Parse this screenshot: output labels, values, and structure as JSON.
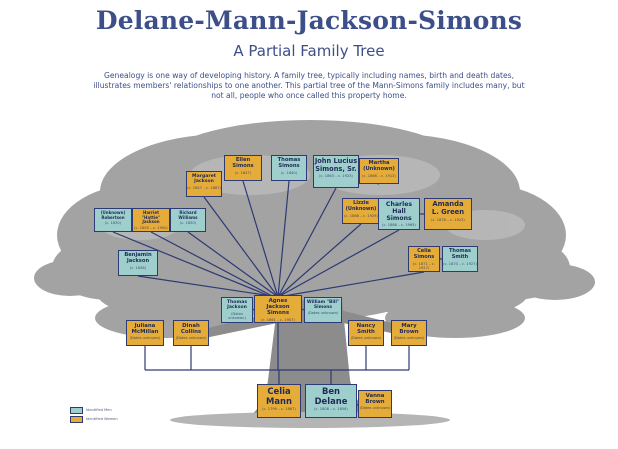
{
  "header": {
    "title": "Delane-Mann-Jackson-Simons",
    "subtitle": "A Partial Family Tree",
    "intro": "Genealogy is one way of developing history. A family tree, typically including names, birth and death dates, illustrates members' relationships to one another. This partial tree of the Mann-Simons family includes many, but not all, people who once called this property home."
  },
  "colors": {
    "blue": "#9ecfcd",
    "gold": "#e6ac3a",
    "navy": "#2d3a73",
    "title": "#3d4f88",
    "tree": "#9b9b9b"
  },
  "people": [
    {
      "id": "ellen",
      "name": "Ellen\nSimons",
      "dates": "(c. 1847)",
      "color": "gold"
    },
    {
      "id": "thomas",
      "name": "Thomas\nSimons",
      "dates": "(c. 1840)",
      "color": "blue"
    },
    {
      "id": "jls",
      "name": "John Lucius\nSimons, Sr.",
      "dates": "(c. 1863 – c. 1923)",
      "color": "blue"
    },
    {
      "id": "martha",
      "name": "Martha\n(Unknown)",
      "dates": "(c. 1866 – c. 1913)",
      "color": "gold"
    },
    {
      "id": "margaret",
      "name": "Margaret\nJackson",
      "dates": "(c. 1847 – c. 1887)",
      "color": "gold"
    },
    {
      "id": "cc",
      "name": "(Unknown)\nRobertson",
      "dates": "(c. 1830)",
      "color": "blue"
    },
    {
      "id": "harriet",
      "name": "Harriet\n\"Hattie\" Jackson",
      "dates": "(c. 1855 – c. 1900)",
      "color": "gold"
    },
    {
      "id": "richard",
      "name": "Richard\nWilliams",
      "dates": "(c. 1850)",
      "color": "blue"
    },
    {
      "id": "lizzie",
      "name": "Lizzie\n(Unknown)",
      "dates": "(c. 1868 – c. 1929)",
      "color": "gold"
    },
    {
      "id": "charles",
      "name": "Charles\nHall Simons",
      "dates": "(c. 1886 – c. 1965)",
      "color": "blue"
    },
    {
      "id": "amanda",
      "name": "Amanda\nL. Green",
      "dates": "(c. 1878 – c. 1923)",
      "color": "gold"
    },
    {
      "id": "benjamin",
      "name": "Benjamin\nJackson",
      "dates": "(c. 1848)",
      "color": "blue"
    },
    {
      "id": "celia_s",
      "name": "Celia\nSimons",
      "dates": "(c. 1871 – c. 1927)",
      "color": "gold"
    },
    {
      "id": "thomas_smith",
      "name": "Thomas\nSmith",
      "dates": "(c. 1870 – c. 1927)",
      "color": "blue"
    },
    {
      "id": "thomas_j",
      "name": "Thomas\nJackson",
      "dates": "(Dates unknown)",
      "color": "blue"
    },
    {
      "id": "agnes",
      "name": "Agnes\nJackson Simons",
      "dates": "(c. 1861 – c. 1907)",
      "color": "gold"
    },
    {
      "id": "william",
      "name": "William \"Bill\"\nSimons",
      "dates": "(Dates unknown)",
      "color": "blue"
    },
    {
      "id": "juliana",
      "name": "Juliana\nMcMillan",
      "dates": "(Dates unknown)",
      "color": "gold"
    },
    {
      "id": "dinah",
      "name": "Dinah\nCollins",
      "dates": "(Dates unknown)",
      "color": "gold"
    },
    {
      "id": "nancy",
      "name": "Nancy\nSmith",
      "dates": "(Dates unknown)",
      "color": "gold"
    },
    {
      "id": "mary",
      "name": "Mary\nBrown",
      "dates": "(Dates unknown)",
      "color": "gold"
    },
    {
      "id": "celia_m",
      "name": "Celia\nMann",
      "dates": "(c. 1799 – c. 1867)",
      "color": "gold"
    },
    {
      "id": "ben",
      "name": "Ben\nDelane",
      "dates": "(c. 1808 – c. 1856)",
      "color": "blue"
    },
    {
      "id": "vanna",
      "name": "Vanna\nBrown",
      "dates": "(Dates unknown)",
      "color": "gold"
    }
  ],
  "legend": [
    {
      "label": "Identified Men",
      "color": "blue"
    },
    {
      "label": "Identified Women",
      "color": "gold"
    }
  ]
}
